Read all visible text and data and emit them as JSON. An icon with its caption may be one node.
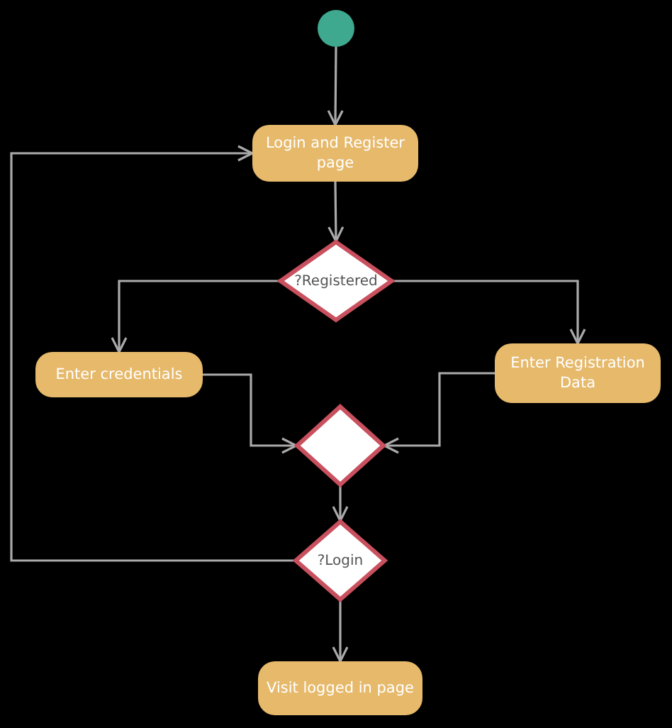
{
  "diagram": {
    "nodes": [
      {
        "text": [],
        "shape": "circle"
      },
      {
        "text": [
          "Login and Register page"
        ]
      },
      {
        "text": [
          "?Registered"
        ]
      },
      {
        "text": [
          "Enter credentials"
        ]
      },
      {
        "text": [
          "Enter Registration Data"
        ]
      },
      {
        "text": [],
        "shape": "diamond"
      },
      {
        "text": [
          "?Login"
        ]
      },
      {
        "text": [
          "Visit logged in page"
        ]
      }
    ],
    "edges": [
      {
        "from": 0,
        "to": 1,
        "arrow": "to"
      },
      {
        "from": 1,
        "to": 2,
        "arrow": "to"
      },
      {
        "from": 2,
        "to": 3,
        "arrow": "to"
      },
      {
        "from": 2,
        "to": 4,
        "arrow": "to"
      },
      {
        "from": 3,
        "to": 5,
        "arrow": "to"
      },
      {
        "from": 4,
        "to": 5,
        "arrow": "to"
      },
      {
        "from": 5,
        "to": 6,
        "arrow": "to"
      },
      {
        "from": 6,
        "to": 1,
        "arrow": "to"
      },
      {
        "from": 6,
        "to": 7,
        "arrow": "to"
      }
    ]
  }
}
